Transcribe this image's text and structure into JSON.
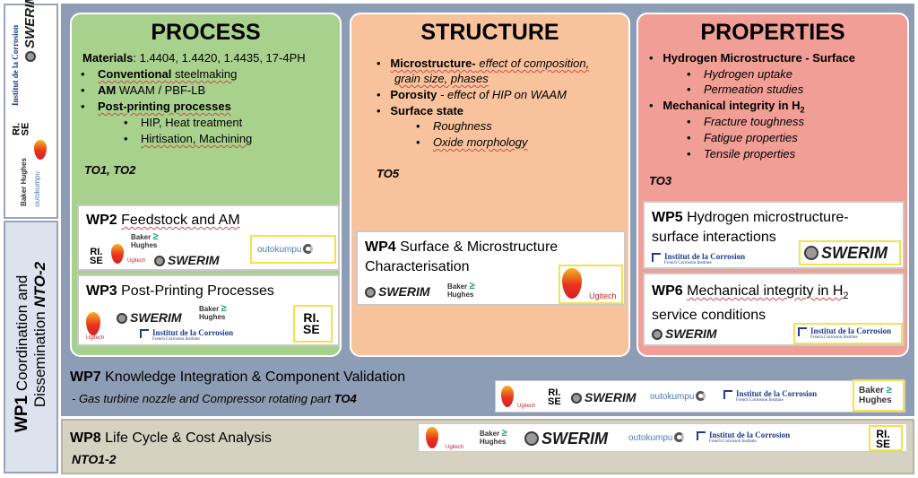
{
  "columns": {
    "process": {
      "title": "PROCESS",
      "materials_label": "Materials",
      "materials_value": ": 1.4404, 1.4420, 1.4435, 17-4PH",
      "items": [
        {
          "bold": "Conventional",
          "rest": " steelmaking"
        },
        {
          "bold": "AM",
          "rest": " WAAM /  PBF-LB"
        },
        {
          "bold": "Post-printing processes",
          "rest": ""
        }
      ],
      "subitems": [
        "HIP, Heat treatment",
        "Hirtisation, Machining"
      ],
      "to": "TO1, TO2"
    },
    "structure": {
      "title": "STRUCTURE",
      "item1_bold": "Microstructure-",
      "item1_italic": " effect of composition,",
      "item1_line2": "grain size, phases",
      "item2_bold": "Porosity",
      "item2_italic": " - effect of HIP on WAAM",
      "item3_bold": "Surface state",
      "subitems": [
        "Roughness",
        "Oxide morphology"
      ],
      "to": "TO5"
    },
    "properties": {
      "title": "PROPERTIES",
      "item1_bold": "Hydrogen Microstructure - Surface",
      "sub1": [
        "Hydrogen uptake",
        "Permeation studies"
      ],
      "item2_bold": "Mechanical integrity in H",
      "item2_sub": "2",
      "sub2": [
        "Fracture toughness",
        "Fatigue properties",
        "Tensile properties"
      ],
      "to": "TO3"
    }
  },
  "wps": {
    "wp2": {
      "num": "WP2",
      "title": "Feedstock and AM"
    },
    "wp3": {
      "num": "WP3",
      "title": "Post-Printing Processes"
    },
    "wp4": {
      "num": "WP4",
      "title": "Surface & Microstructure",
      "title2": "Characterisation"
    },
    "wp5": {
      "num": "WP5",
      "title": "Hydrogen microstructure-",
      "title2": "surface interactions"
    },
    "wp6": {
      "num": "WP6",
      "title": "Mechanical integrity in H",
      "title_sub": "2",
      "title2": "service conditions"
    },
    "wp7": {
      "num": "WP7",
      "title": "Knowledge Integration & Component Validation",
      "subtitle": "- Gas turbine nozzle and Compressor rotating part ",
      "to": "TO4"
    },
    "wp8": {
      "num": "WP8",
      "title": "Life Cycle & Cost Analysis",
      "subtitle": "NTO1-2"
    },
    "wp1": {
      "num": "WP1",
      "title": "Coordination and",
      "title2": "Dissemination ",
      "to": "NTO-2"
    }
  },
  "logos": {
    "swerim": "SWERIM",
    "baker": "Baker",
    "hughes": "Hughes",
    "ugitech": "Ugitech",
    "rise_top": "RI.",
    "rise_bottom": "SE",
    "idc_name": "Institut de la Corrosion",
    "idc_sub": "French Corrosion Institute",
    "outokumpu": "outokumpu"
  },
  "colors": {
    "process": "#a9d18e",
    "structure": "#f8c39c",
    "properties": "#f09e96",
    "main_bg": "#8e9db6",
    "wp8_bg": "#d6d2c2",
    "swerim_green": "#2e8b3a"
  }
}
